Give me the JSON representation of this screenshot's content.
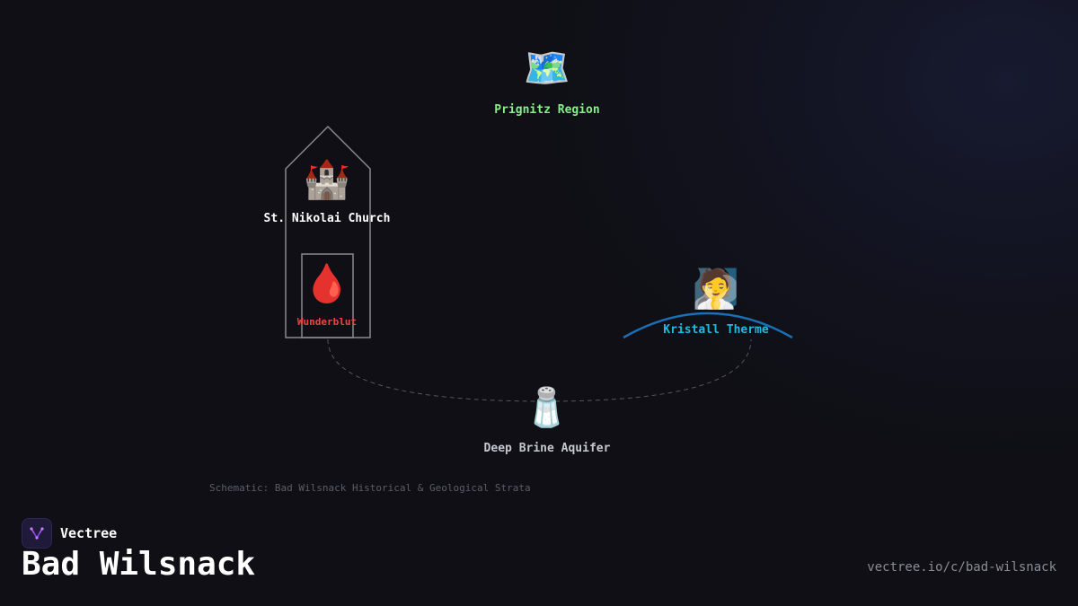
{
  "diagram": {
    "nodes": [
      {
        "id": "prignitz",
        "icon": "world-map-icon",
        "glyph": "🗺️",
        "label": "Prignitz Region",
        "color": "#86f08a"
      },
      {
        "id": "church",
        "icon": "castle-icon",
        "glyph": "🏰",
        "label": "St. Nikolai Church",
        "color": "#ffffff"
      },
      {
        "id": "wunderblut",
        "icon": "blood-drop-icon",
        "glyph": "🩸",
        "label": "Wunderblut",
        "color": "#ef4444"
      },
      {
        "id": "therme",
        "icon": "person-in-steam-icon",
        "glyph": "🧖",
        "label": "Kristall Therme",
        "color": "#22b8e6"
      },
      {
        "id": "brine",
        "icon": "salt-shaker-icon",
        "glyph": "🧂",
        "label": "Deep Brine Aquifer",
        "color": "#c7c7cf"
      }
    ],
    "caption": "Schematic: Bad Wilsnack Historical & Geological Strata"
  },
  "brand": {
    "name": "Vectree",
    "logo_icon": "vectree-logo-icon"
  },
  "page": {
    "title": "Bad Wilsnack",
    "url": "vectree.io/c/bad-wilsnack"
  },
  "colors": {
    "church_outline": "#8a8a8f",
    "therme_arc": "#1a6fb5",
    "connector": "#55565c"
  }
}
